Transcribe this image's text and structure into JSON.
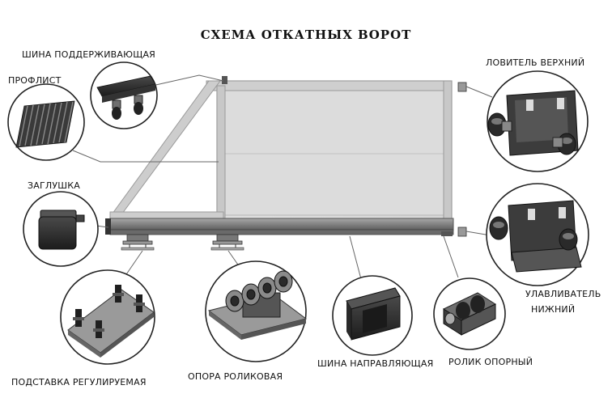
{
  "title": "СХЕМА ОТКАТНЫХ ВОРОТ",
  "labels": {
    "support_rail": "ШИНА ПОДДЕРЖИВАЮЩАЯ",
    "profile_sheet": "ПРОФЛИСТ",
    "upper_catcher": "ЛОВИТЕЛЬ ВЕРХНИЙ",
    "end_cap": "ЗАГЛУШКА",
    "lower_catcher_line1": "УЛАВЛИВАТЕЛЬ",
    "lower_catcher_line2": "НИЖНИЙ",
    "adjustable_base": "ПОДСТАВКА РЕГУЛИРУЕМАЯ",
    "roller_support": "ОПОРА РОЛИКОВАЯ",
    "guide_rail": "ШИНА НАПРАВЛЯЮЩАЯ",
    "support_roller": "РОЛИК ОПОРНЫЙ"
  },
  "colors": {
    "frame": "#cfcfcf",
    "panel": "#e4e4e4",
    "dark_part": "#2b2b2b",
    "metal": "#8a8a8a",
    "line": "#555555"
  }
}
